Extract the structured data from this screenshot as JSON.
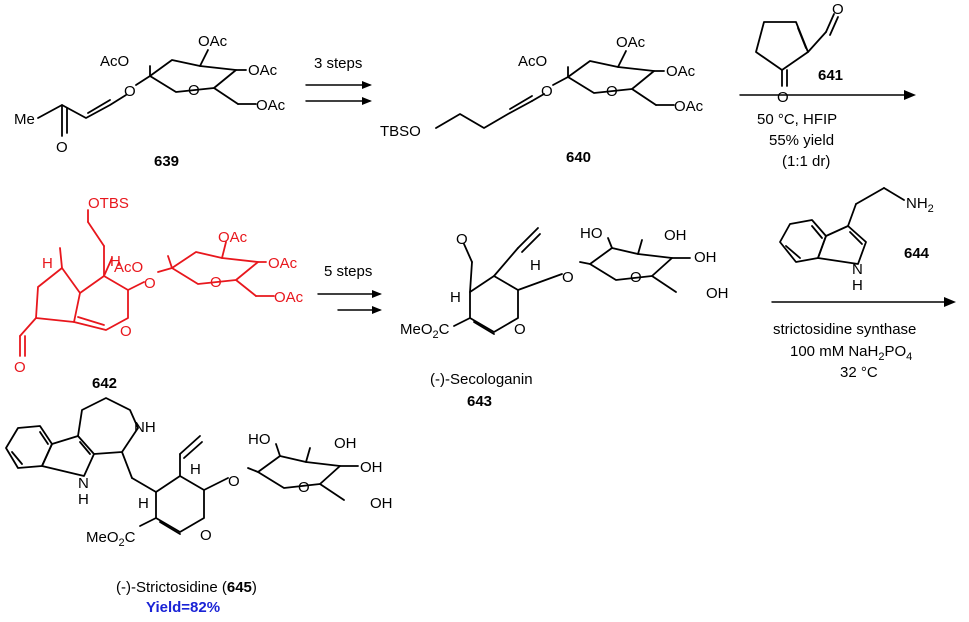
{
  "compounds": {
    "c639": {
      "number": "639",
      "labels": {
        "me": "Me",
        "o": "O",
        "aco": "AcO",
        "oac1": "OAc",
        "oac2": "OAc",
        "oac3": "OAc",
        "o_ring": "O",
        "o_gly": "O"
      }
    },
    "c640": {
      "number": "640",
      "labels": {
        "tbso": "TBSO",
        "aco": "AcO",
        "oac1": "OAc",
        "oac2": "OAc",
        "oac3": "OAc",
        "o_ring": "O",
        "o_gly": "O"
      }
    },
    "c641": {
      "number": "641",
      "labels": {
        "o_ald": "O",
        "o_ket": "O"
      }
    },
    "c642": {
      "number": "642",
      "labels": {
        "otbs": "OTBS",
        "h1": "H",
        "h2": "H",
        "aco": "AcO",
        "oac1": "OAc",
        "oac2": "OAc",
        "oac3": "OAc",
        "o_ring": "O",
        "o_gly": "O",
        "o_pyran": "O",
        "o_ket": "O"
      }
    },
    "c643": {
      "number": "643",
      "name": "(-)-Secologanin",
      "labels": {
        "o_ald": "O",
        "h1": "H",
        "h2": "H",
        "meo2c": "MeO",
        "meo2c_tail": "C",
        "o_pyran": "O",
        "o_gly": "O",
        "o_ring": "O",
        "ho": "HO",
        "oh1": "OH",
        "oh2": "OH",
        "oh3": "OH"
      }
    },
    "c644": {
      "number": "644",
      "labels": {
        "nh2": "NH",
        "nh2_sub": "2",
        "nh": "N",
        "nh_h": "H"
      }
    },
    "c645": {
      "number_paren_open": "(-)-Strictosidine (",
      "number": "645",
      "number_paren_close": ")",
      "yield": "Yield=82%",
      "labels": {
        "nh_top": "NH",
        "nh_ind": "N",
        "nh_ind_h": "H",
        "h1": "H",
        "h2": "H",
        "meo2c": "MeO",
        "meo2c_tail": "C",
        "o_pyran": "O",
        "o_gly": "O",
        "o_ring": "O",
        "ho": "HO",
        "oh1": "OH",
        "oh2": "OH",
        "oh3": "OH"
      }
    }
  },
  "arrows": {
    "a1": {
      "above": "3 steps"
    },
    "a2": {
      "below_line1": "50 °C, HFIP",
      "below_line2": "55% yield",
      "below_line3": "(1:1 dr)"
    },
    "a3": {
      "above": "5 steps"
    },
    "a4": {
      "below_line1": "strictosidine synthase",
      "below_line2_pre": "100 mM NaH",
      "below_line2_sub1": "2",
      "below_line2_mid": "PO",
      "below_line2_sub2": "4",
      "below_line3": "32 °C"
    }
  },
  "colors": {
    "highlight": "#e8171d",
    "yield": "#1a23d6"
  }
}
